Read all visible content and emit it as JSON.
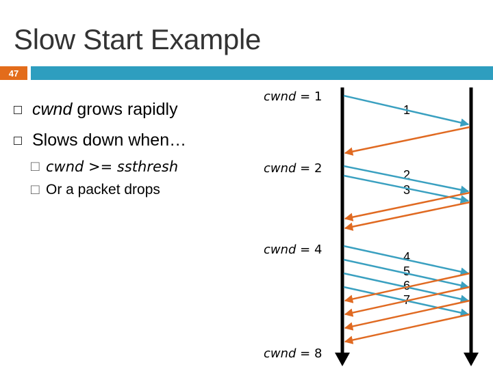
{
  "slide": {
    "title": "Slow Start Example",
    "page_number": "47",
    "colors": {
      "accent_blue": "#2e9ebf",
      "accent_orange": "#e36c1b",
      "data_arrow": "#3aa0c0",
      "ack_arrow": "#e06a22"
    }
  },
  "bullets": {
    "b1_prefix": "cwnd",
    "b1_rest": " grows rapidly",
    "b2": "Slows down when…",
    "sub_marker": "□",
    "sub1_a": "cwnd",
    "sub1_b": " >= ",
    "sub1_c": "ssthresh",
    "sub2": "Or a packet drops"
  },
  "diagram": {
    "cwnd_labels": [
      {
        "var": "cwnd",
        "op": " = ",
        "val": "1"
      },
      {
        "var": "cwnd",
        "op": " = ",
        "val": "2"
      },
      {
        "var": "cwnd",
        "op": " = ",
        "val": "4"
      },
      {
        "var": "cwnd",
        "op": " = ",
        "val": "8"
      }
    ],
    "packet_groups": [
      [
        "1"
      ],
      [
        "2",
        "3"
      ],
      [
        "4",
        "5",
        "6",
        "7"
      ]
    ]
  }
}
